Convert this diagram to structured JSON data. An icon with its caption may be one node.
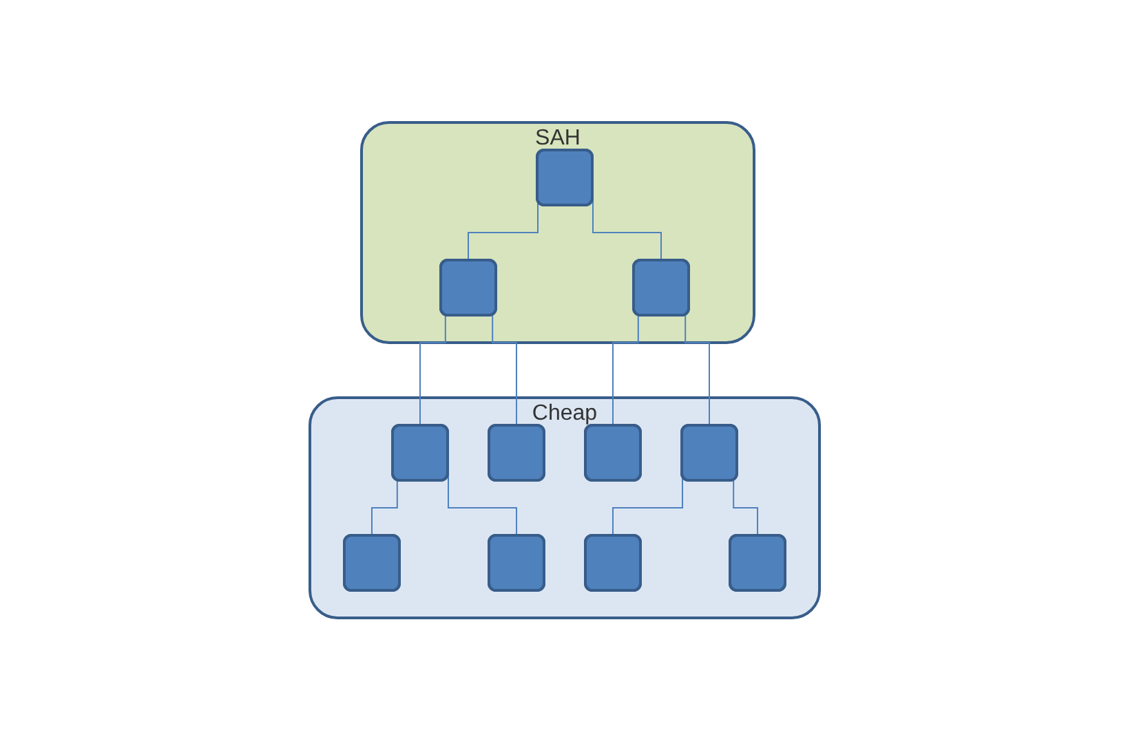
{
  "diagram": {
    "nodes": [
      {
        "text": [
          "SAH"
        ]
      },
      {
        "text": [],
        "shape": "box",
        "in": 0
      },
      {
        "text": [],
        "shape": "box",
        "in": 0
      },
      {
        "text": [],
        "shape": "box",
        "in": 0
      },
      {
        "text": [
          "Cheap"
        ]
      },
      {
        "text": [],
        "shape": "box",
        "in": 4
      },
      {
        "text": [],
        "shape": "box",
        "in": 4
      },
      {
        "text": [],
        "shape": "box",
        "in": 4
      },
      {
        "text": [],
        "shape": "box",
        "in": 4
      },
      {
        "text": [],
        "shape": "box",
        "in": 4
      },
      {
        "text": [],
        "shape": "box",
        "in": 4
      },
      {
        "text": [],
        "shape": "box",
        "in": 4
      },
      {
        "text": [],
        "shape": "box",
        "in": 4
      }
    ],
    "edges": [
      {
        "from": 1,
        "to": 2,
        "arrow": "none"
      },
      {
        "from": 1,
        "to": 3,
        "arrow": "none"
      },
      {
        "from": 2,
        "to": 5,
        "arrow": "none"
      },
      {
        "from": 2,
        "to": 6,
        "arrow": "none"
      },
      {
        "from": 3,
        "to": 7,
        "arrow": "none"
      },
      {
        "from": 3,
        "to": 8,
        "arrow": "none"
      },
      {
        "from": 5,
        "to": 9,
        "arrow": "none"
      },
      {
        "from": 5,
        "to": 10,
        "arrow": "none"
      },
      {
        "from": 8,
        "to": 11,
        "arrow": "none"
      },
      {
        "from": 8,
        "to": 12,
        "arrow": "none"
      }
    ]
  }
}
